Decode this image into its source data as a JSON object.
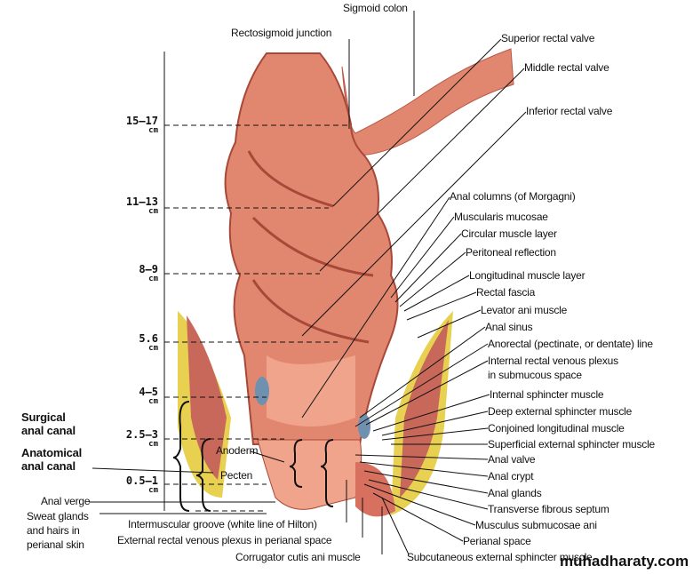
{
  "top_labels": {
    "sigmoid_colon": "Sigmoid colon",
    "rectosigmoid_junction": "Rectosigmoid junction"
  },
  "right_labels": [
    "Superior rectal valve",
    "Middle rectal valve",
    "Inferior rectal valve",
    "Anal columns (of Morgagni)",
    "Muscularis mucosae",
    "Circular muscle layer",
    "Peritoneal reflection",
    "Longitudinal muscle layer",
    "Rectal fascia",
    "Levator ani muscle",
    "Anal sinus",
    "Anorectal (pectinate, or dentate) line",
    "Internal rectal venous plexus",
    "in submucous space",
    "Internal sphincter muscle",
    "Deep external sphincter muscle",
    "Conjoined longitudinal muscle",
    "Superficial external sphincter muscle",
    "Anal valve",
    "Anal crypt",
    "Anal glands",
    "Transverse fibrous septum",
    "Musculus submucosae ani",
    "Perianal space",
    "Subcutaneous external sphincter muscle"
  ],
  "bottom_labels": {
    "corrugator": "Corrugator cutis ani muscle",
    "external_plexus": "External rectal venous plexus in perianal space",
    "intermuscular_groove": "Intermuscular groove (white line of Hilton)"
  },
  "left_labels": {
    "surgical": [
      "Surgical",
      "anal canal"
    ],
    "anatomical": [
      "Anatomical",
      "anal canal"
    ],
    "anal_verge": "Anal verge",
    "sweat": [
      "Sweat glands",
      "and hairs in",
      "perianal skin"
    ],
    "anoderm": "Anoderm",
    "pecten": "Pecten"
  },
  "measurements": [
    {
      "value": "15–17",
      "unit": "cm"
    },
    {
      "value": "11–13",
      "unit": "cm"
    },
    {
      "value": "8–9",
      "unit": "cm"
    },
    {
      "value": "5.6",
      "unit": "cm"
    },
    {
      "value": "4–5",
      "unit": "cm"
    },
    {
      "value": "2.5–3",
      "unit": "cm"
    },
    {
      "value": "0.5–1",
      "unit": "cm"
    }
  ],
  "watermark": "muhadharaty.com",
  "colors": {
    "tissue": "#e2876f",
    "mucosa": "#f0a48c",
    "fat": "#e8d050",
    "muscle": "#c8685a"
  }
}
